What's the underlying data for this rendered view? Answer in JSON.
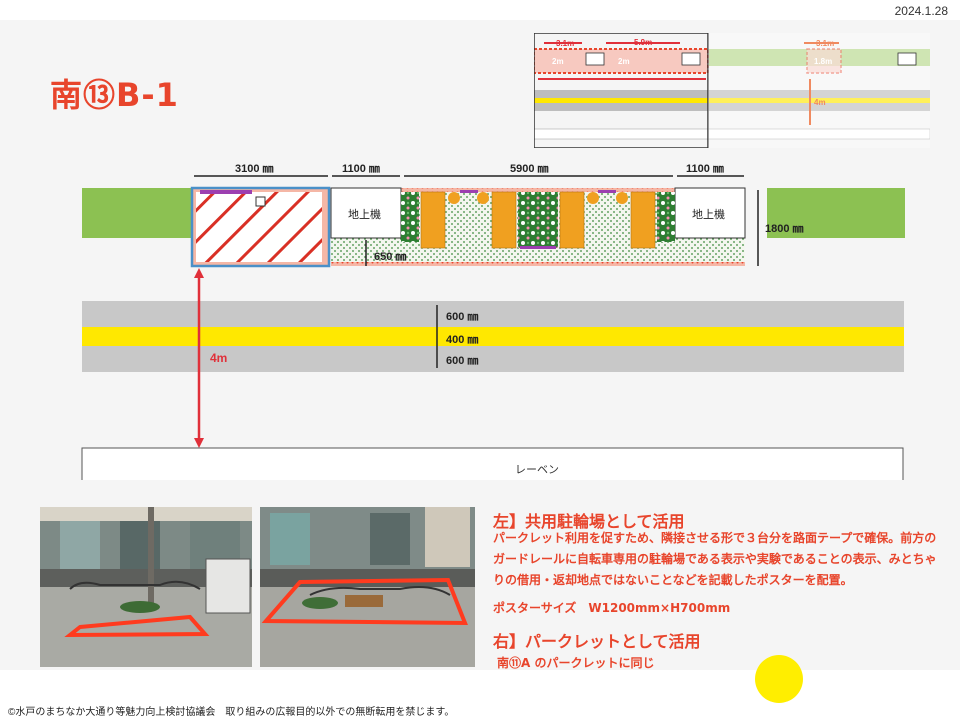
{
  "date": "2024.1.28",
  "title": "南⑬B-1",
  "plan": {
    "dims": {
      "w3100": "3100 ㎜",
      "w1100a": "1100 ㎜",
      "w5900": "5900 ㎜",
      "w1100b": "1100 ㎜",
      "h1800": "1800 ㎜",
      "h650": "650 ㎜",
      "lane600a": "600 ㎜",
      "lane400": "400 ㎜",
      "lane600b": "600 ㎜"
    },
    "ground_unit_left": "地上機",
    "ground_unit_right": "地上機",
    "distance": "4m",
    "lane_label": "レーベン"
  },
  "minimap": {
    "labels": [
      "3.1m",
      "5.9m",
      "3.1m",
      "2m",
      "2m",
      "1.8m",
      "4m"
    ]
  },
  "info": {
    "left_heading": "左】共用駐輪場として活用",
    "left_body": "パークレット利用を促すため、隣接させる形で３台分を路面テープで確保。前方のガードレールに自転車専用の駐輪場である表示や実験であることの表示、みとちゃりの借用・返却地点ではないことなどを記載したポスターを配置。",
    "poster_size": "ポスターサイズ　W1200mm×H700mm",
    "right_heading": "右】パークレットとして活用",
    "right_body": "南⑪A のパークレットに同じ"
  },
  "footer": "©水戸のまちなか大通り等魅力向上検討協議会　取り組みの広報目的以外での無断転用を禁じます。",
  "colors": {
    "accent_red": "#e8452c",
    "grass_green": "#8cc152",
    "lane_gray": "#c8c8c8",
    "center_yellow": "#ffe800",
    "parklet_orange": "#f0a020",
    "frame_blue": "#4a90c8"
  }
}
